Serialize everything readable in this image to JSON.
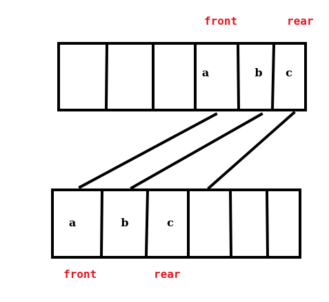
{
  "colors": {
    "stroke": "#000000",
    "pointer_label": "#e8141c",
    "background": "#ffffff"
  },
  "top_array": {
    "front_label": "front",
    "rear_label": "rear",
    "cells": [
      "",
      "",
      "",
      "a",
      "b",
      "c"
    ]
  },
  "bottom_array": {
    "front_label": "front",
    "rear_label": "rear",
    "cells": [
      "a",
      "b",
      "c",
      "",
      "",
      ""
    ]
  }
}
